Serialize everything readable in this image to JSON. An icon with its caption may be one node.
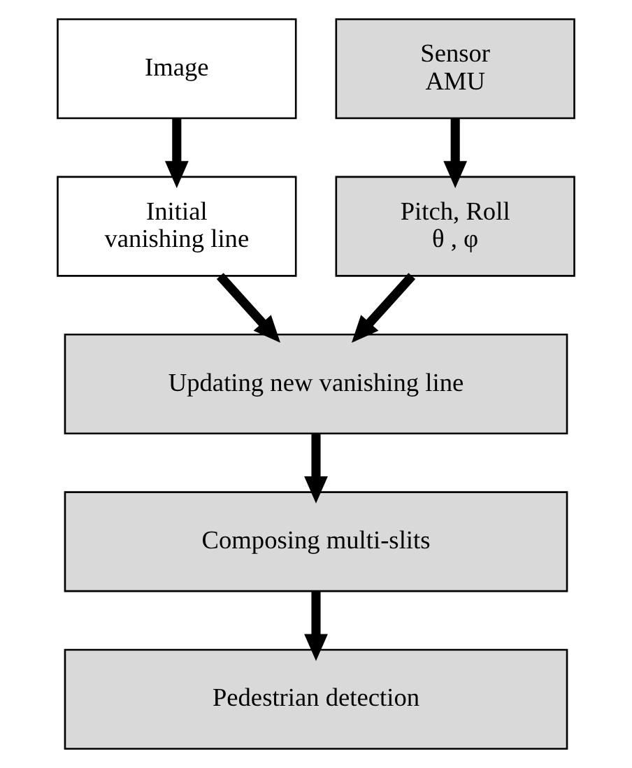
{
  "diagram": {
    "nodes": [
      {
        "text": [
          "Image"
        ]
      },
      {
        "text": [
          "Sensor AMU"
        ]
      },
      {
        "text": [
          "Initial vanishing line"
        ]
      },
      {
        "text": [
          "Pitch, Roll θ , φ"
        ]
      },
      {
        "text": [
          "Updating new vanishing line"
        ]
      },
      {
        "text": [
          "Composing multi-slits"
        ]
      },
      {
        "text": [
          "Pedestrian detection"
        ]
      }
    ],
    "edges": [
      {
        "from": 0,
        "to": 2,
        "arrow": "to"
      },
      {
        "from": 1,
        "to": 3,
        "arrow": "to"
      },
      {
        "from": 2,
        "to": 4,
        "arrow": "to"
      },
      {
        "from": 3,
        "to": 4,
        "arrow": "to"
      },
      {
        "from": 4,
        "to": 5,
        "arrow": "to"
      },
      {
        "from": 5,
        "to": 6,
        "arrow": "to"
      }
    ]
  }
}
